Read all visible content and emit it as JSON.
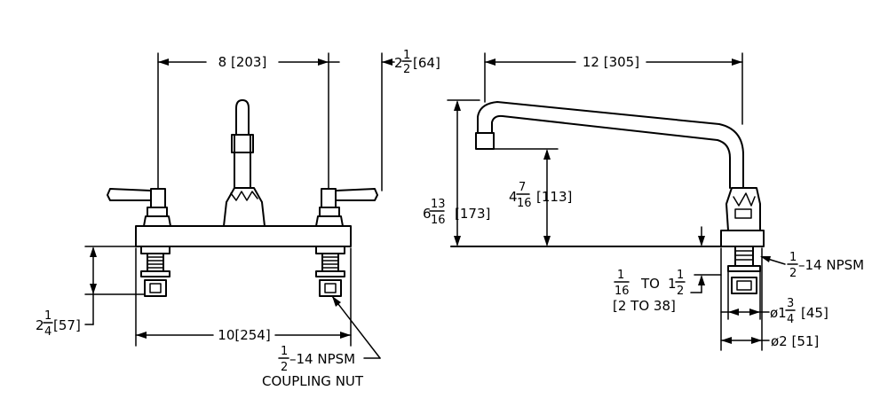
{
  "front_view": {
    "dim_center_spread": "8 [203]",
    "dim_handle_reach_whole": "2",
    "dim_handle_reach_num": "1",
    "dim_handle_reach_den": "2",
    "dim_handle_reach_mm": "[64]",
    "dim_base_width": "10[254]",
    "dim_shank_whole": "2",
    "dim_shank_num": "1",
    "dim_shank_den": "4",
    "dim_shank_mm": "[57]",
    "thread_num": "1",
    "thread_den": "2",
    "thread_label": "–14 NPSM",
    "coupling_nut_label": "COUPLING NUT"
  },
  "side_view": {
    "dim_spout_reach": "12 [305]",
    "dim_height_whole": "6",
    "dim_height_num": "13",
    "dim_height_den": "16",
    "dim_height_mm": "[173]",
    "dim_outlet_whole": "4",
    "dim_outlet_num": "7",
    "dim_outlet_den": "16",
    "dim_outlet_mm": "[113]",
    "thread_num": "1",
    "thread_den": "2",
    "thread_label": "–14 NPSM",
    "deck_from_num": "1",
    "deck_from_den": "16",
    "deck_to_word": "TO",
    "deck_to_whole": "1",
    "deck_to_num": "1",
    "deck_to_den": "2",
    "deck_mm": "[2 TO 38]",
    "dim_dia_small_prefix": "ø1",
    "dim_dia_small_num": "3",
    "dim_dia_small_den": "4",
    "dim_dia_small_mm": "[45]",
    "dim_dia_large": "ø2 [51]"
  }
}
